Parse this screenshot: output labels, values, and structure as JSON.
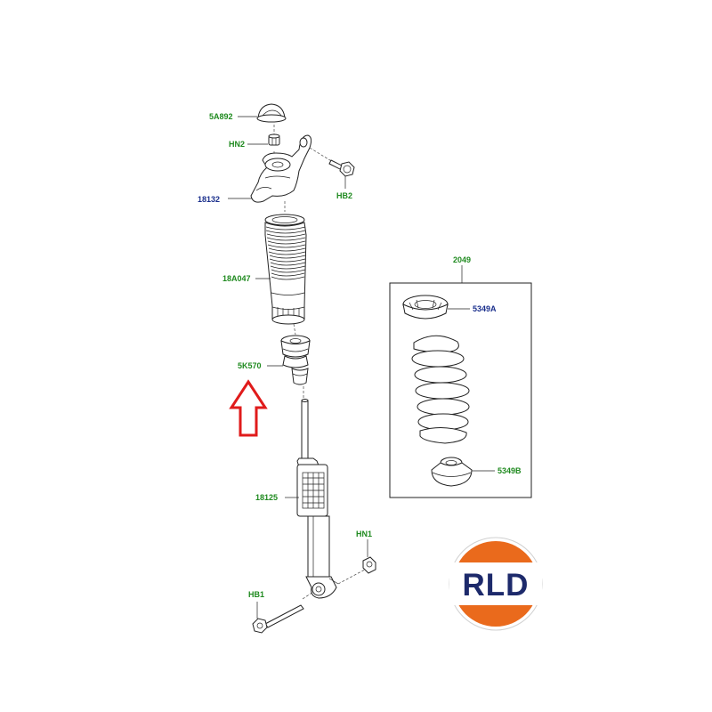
{
  "labels": {
    "top_cap": "5A892",
    "nut_hn2": "HN2",
    "bracket": "18132",
    "bolt_hb2": "HB2",
    "dust_boot": "18A047",
    "bump_stop": "5K570",
    "shock": "18125",
    "nut_hn1": "HN1",
    "bolt_hb1": "HB1",
    "spring_kit": "2049",
    "upper_seat": "5349A",
    "lower_seat": "5349B"
  },
  "logo": {
    "text": "RLD"
  },
  "colors": {
    "label_green": "#1f8a1f",
    "label_blue": "#1a2f8c",
    "arrow_red": "#e01b1b",
    "logo_orange": "#ea6a1c",
    "logo_navy": "#1d2a6b"
  },
  "icons": {
    "indicator": "up-arrow-icon"
  }
}
